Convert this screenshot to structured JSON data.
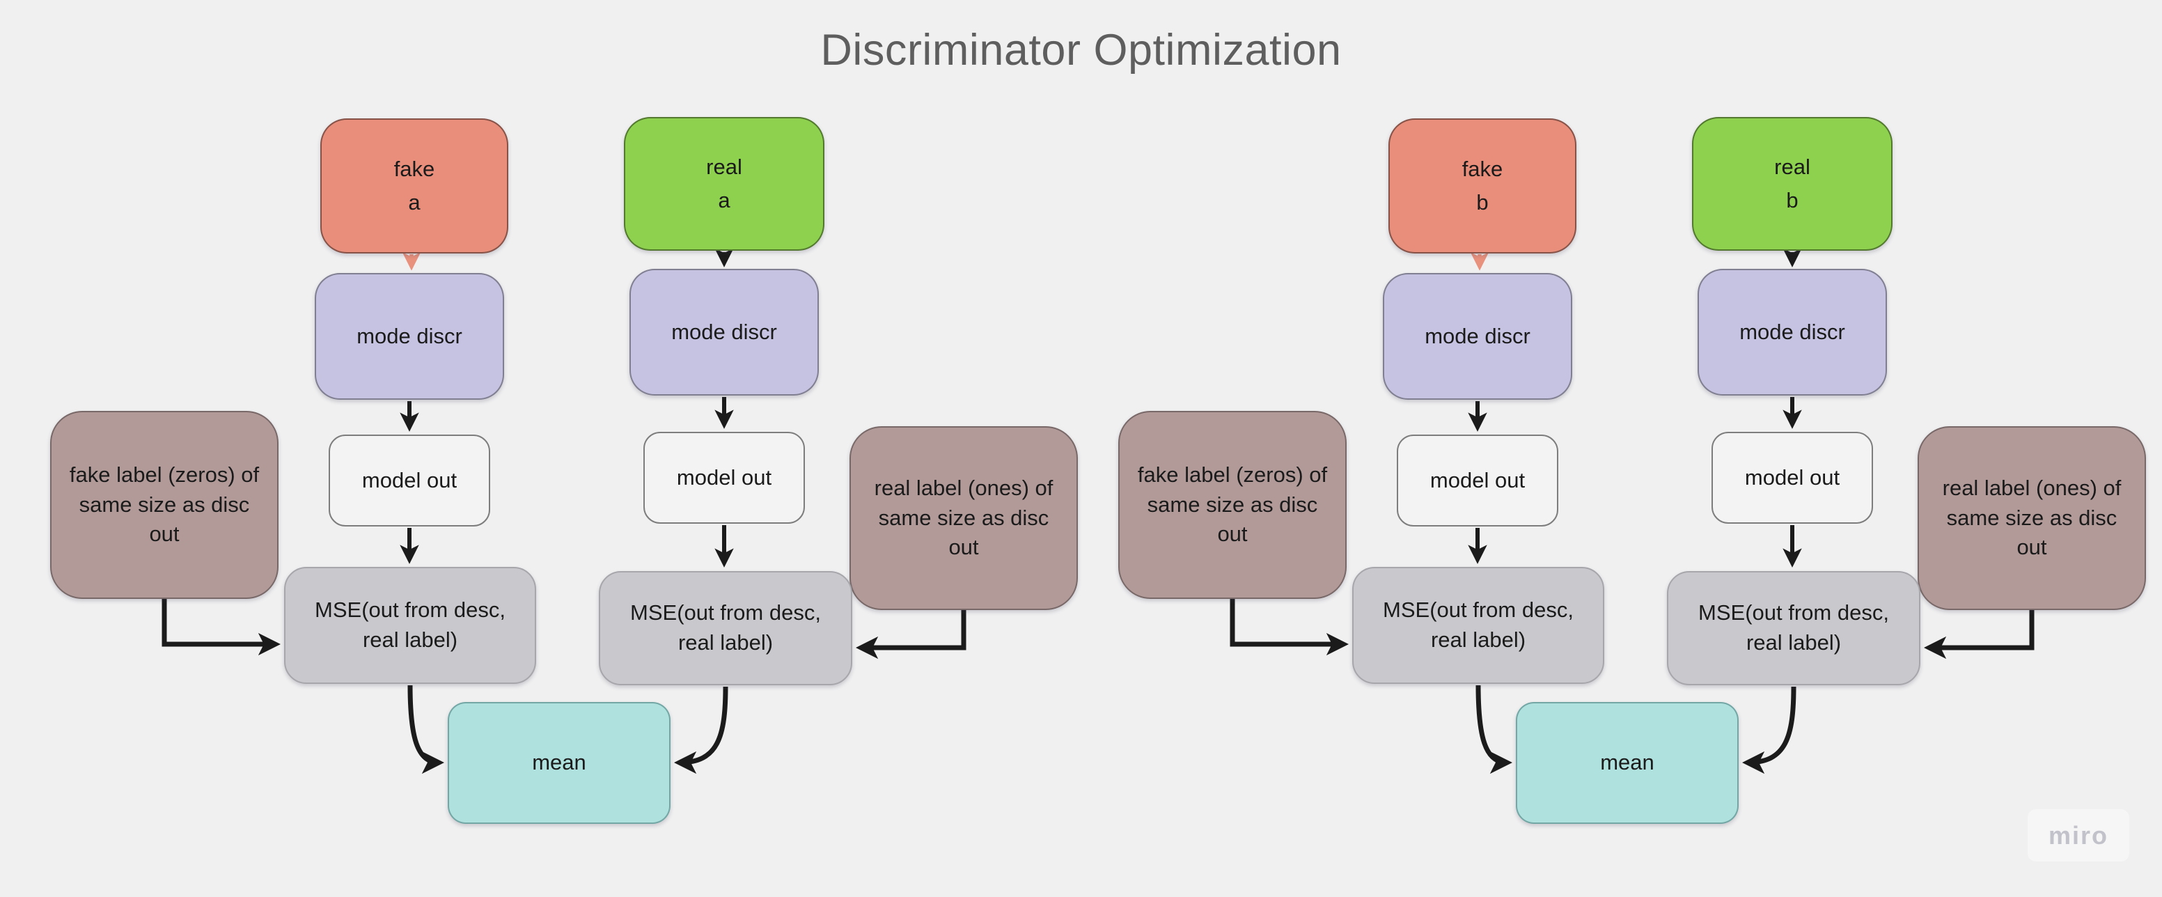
{
  "title": "Discriminator Optimization",
  "watermark": {
    "label": "miro"
  },
  "colors": {
    "background": "#F0F0F1",
    "title": "#5E5E5E",
    "text": "#1B1B1B",
    "fake": "#E88E7B",
    "real": "#8DD14F",
    "discr": "#C5C3E1",
    "modelOut": "#F3F3F4",
    "mse": "#C9C9CD",
    "labelBox": "#B29A99",
    "mean": "#AFE1DE",
    "arrow": "#1B1B1B",
    "arrowFake": "#E8917D",
    "watermark": "#C2C2CB",
    "watermarkBg": "#F6F6F7"
  },
  "flows": [
    {
      "name": "a",
      "fake_input": {
        "line1": "fake",
        "line2": "a"
      },
      "real_input": {
        "line1": "real",
        "line2": "a"
      },
      "fake_discr": "mode discr",
      "real_discr": "mode discr",
      "fake_model_out": "model out",
      "real_model_out": "model out",
      "fake_label": "fake label (zeros) of same size as disc out",
      "real_label": "real label (ones) of same size as disc out",
      "fake_mse": "MSE(out from desc, real label)",
      "real_mse": "MSE(out from desc, real label)",
      "mean": "mean"
    },
    {
      "name": "b",
      "fake_input": {
        "line1": "fake",
        "line2": "b"
      },
      "real_input": {
        "line1": "real",
        "line2": "b"
      },
      "fake_discr": "mode discr",
      "real_discr": "mode discr",
      "fake_model_out": "model out",
      "real_model_out": "model out",
      "fake_label": "fake label (zeros) of same size as disc out",
      "real_label": "real label (ones) of same size as disc out",
      "fake_mse": "MSE(out from desc, real label)",
      "real_mse": "MSE(out from desc, real label)",
      "mean": "mean"
    }
  ]
}
